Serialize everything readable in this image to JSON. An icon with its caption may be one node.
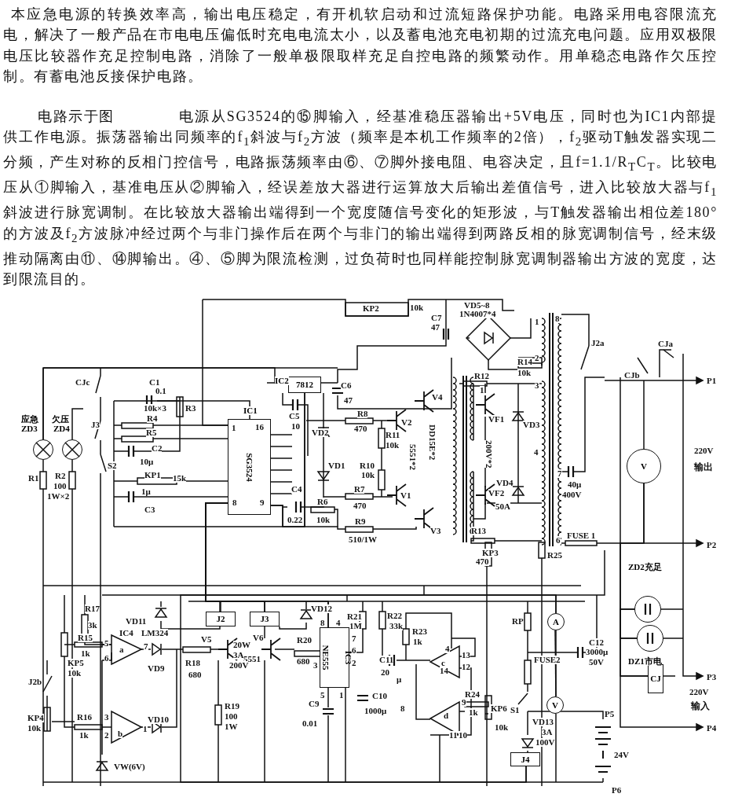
{
  "diagram": {
    "nodes": [
      {
        "text": [],
        "shape": "circle",
        "beside": [
          "应急",
          "ZD3"
        ]
      },
      {
        "text": [],
        "shape": "circle",
        "beside": [
          "欠压",
          "ZD4"
        ]
      },
      {
        "text": [
          "7812"
        ],
        "beside": [
          "IC2"
        ]
      },
      {
        "text": [
          "SG3524"
        ],
        "beside": [
          "IC1"
        ]
      },
      {
        "text": [
          "V"
        ]
      },
      {
        "text": [
          "J2"
        ]
      },
      {
        "text": [
          "J3"
        ]
      },
      {
        "text": [
          "IC3",
          "NE555"
        ]
      },
      {
        "text": [
          "A"
        ]
      },
      {
        "text": [],
        "shape": "circle",
        "beside": [
          "ZD2充足"
        ]
      },
      {
        "text": [],
        "shape": "circle",
        "beside": [
          "DZ1市电"
        ]
      },
      {
        "text": [
          "CJ"
        ]
      },
      {
        "text": [
          "V"
        ]
      },
      {
        "text": [
          "J4"
        ]
      }
    ],
    "edges": [
      {
        "from": 0,
        "to": 2,
        "arrow": "none"
      },
      {
        "from": 2,
        "to": 3,
        "arrow": "none"
      },
      {
        "from": 3,
        "to": 13,
        "arrow": "none"
      },
      {
        "from": 4,
        "to": 11,
        "arrow": "none"
      },
      {
        "from": 9,
        "to": 10,
        "arrow": "none"
      },
      {
        "from": 8,
        "to": 12,
        "arrow": "none"
      },
      {
        "from": 3,
        "to": 8,
        "arrow": "none"
      },
      {
        "from": 3,
        "to": 7,
        "arrow": "none"
      },
      {
        "from": 3,
        "to": 6,
        "arrow": "none"
      },
      {
        "from": 3,
        "to": 5,
        "arrow": "none"
      }
    ],
    "labels": [
      "本应急电源的转换效率高，输出电压稳定，有开机软启动和过流短路保护功能。电路采用电容限流充电，解决了一般产品在市电电压偏低时充电电流太小，以及蓄电池充电初期的过流充电问题。应用双极限电压比较器作充足控制电路，消除了一般单极限取样充足自控电路的频繁动作。用单稳态电路作欠压控制。有蓄电池反接保护电路。",
      "电路示于图",
      "电源从SG3524的⑮脚输入，经基准稳压器输出+5V电压，同时也为IC1内部提供工作电源。振荡器输出同频率的f$_{1}$斜波与f$_{2}$方波（频率是本机工作频率的2倍），f$_{2}$驱动T触发器实现二分频，产生对称的反相门控信号，电路振荡频率由⑥、⑦脚外接电阻、电容决定，且f=1.1/R$_{T}$C$_{T}$。比较电压从①脚输入，基准电压从②脚输入，经误差放大器进行运算放大后输出差值信号，进入比较放大器与f$_{1}$斜波进行脉宽调制。在比较放大器输出端得到一个宽度随信号变化的矩形波，与T触发器输出相位差180°的方波及f$_{2}$方波脉冲经过两个与非门操作后在两个与非门的输出端得到两路反相的脉宽调制信号，经末级推动隔离由⑪、⑭脚输出。④、⑤脚为限流检测，过负荷时也同样能控制脉宽调制器输出方波的宽度，达到限流目的。",
      "KP2",
      "10k",
      "C7",
      "47",
      "VD5~8",
      "1N4007*4",
      "1",
      "2",
      "R14",
      "10k",
      "8",
      "J2a",
      "CJa",
      "C1",
      "0.1",
      "CJc",
      "CJb",
      "P1",
      "R12",
      "1",
      "3",
      "10k×3",
      "R3",
      "C6",
      "47",
      "V4",
      "R4",
      "J3",
      "C5",
      "10",
      "R8",
      "470",
      "V2",
      "VF1",
      "VD3",
      "R5",
      "VD2",
      "R11",
      "10k",
      "5551*2",
      "DD15E*2",
      "200V*2",
      "C2",
      "10μ",
      "4",
      "220V",
      "输出",
      "S2",
      "VD1",
      "R10",
      "10k",
      "7",
      "R1",
      "R2",
      "KP1",
      "15k",
      "40μ",
      "VD4",
      "100",
      "R7",
      "C4",
      "V1",
      "VF2",
      "1W×2",
      "400V",
      "1μ",
      "8",
      "9",
      "470",
      "50A",
      "C3",
      "R6",
      "0.22",
      "R13",
      "V3",
      "10k",
      "R9",
      "6",
      "FUSE 1",
      "510/1W",
      "P2",
      "KP3",
      "470",
      "R25",
      "1",
      "16",
      "VD11",
      "R17",
      "VD12",
      "R21",
      "R22",
      "8",
      "4",
      "1M",
      "33k",
      "3k",
      "R23",
      "RP",
      "IC4",
      "LM324",
      "R15",
      "V5",
      "V6",
      "R20",
      "1k",
      "C12",
      "20W",
      "5",
      "a",
      "7",
      "7",
      "4",
      "1k",
      "680",
      "5551",
      "3000μ",
      "KP5",
      "6",
      "3A",
      "13",
      "6",
      "C11",
      "FUSE2",
      "50V",
      "2",
      "3",
      "12",
      "c",
      "200V",
      "VD9",
      "R18",
      "10k",
      "20",
      "14",
      "680",
      "μ",
      "J2b",
      "R24",
      "5",
      "1",
      "9",
      "C10",
      "1k",
      "R19",
      "8",
      "C9",
      "S1",
      "R16",
      "KP6",
      "P5",
      "d",
      "1000μ",
      "3",
      "100",
      "VD10",
      "KP4",
      "0.01",
      "10k",
      "VD13",
      "1k",
      "b",
      "1",
      "1W",
      "10k",
      "2",
      "11",
      "10",
      "3A",
      "100V",
      "24V",
      "VW(6V)",
      "P6",
      "P3",
      "220V",
      "输入",
      "P4"
    ]
  }
}
